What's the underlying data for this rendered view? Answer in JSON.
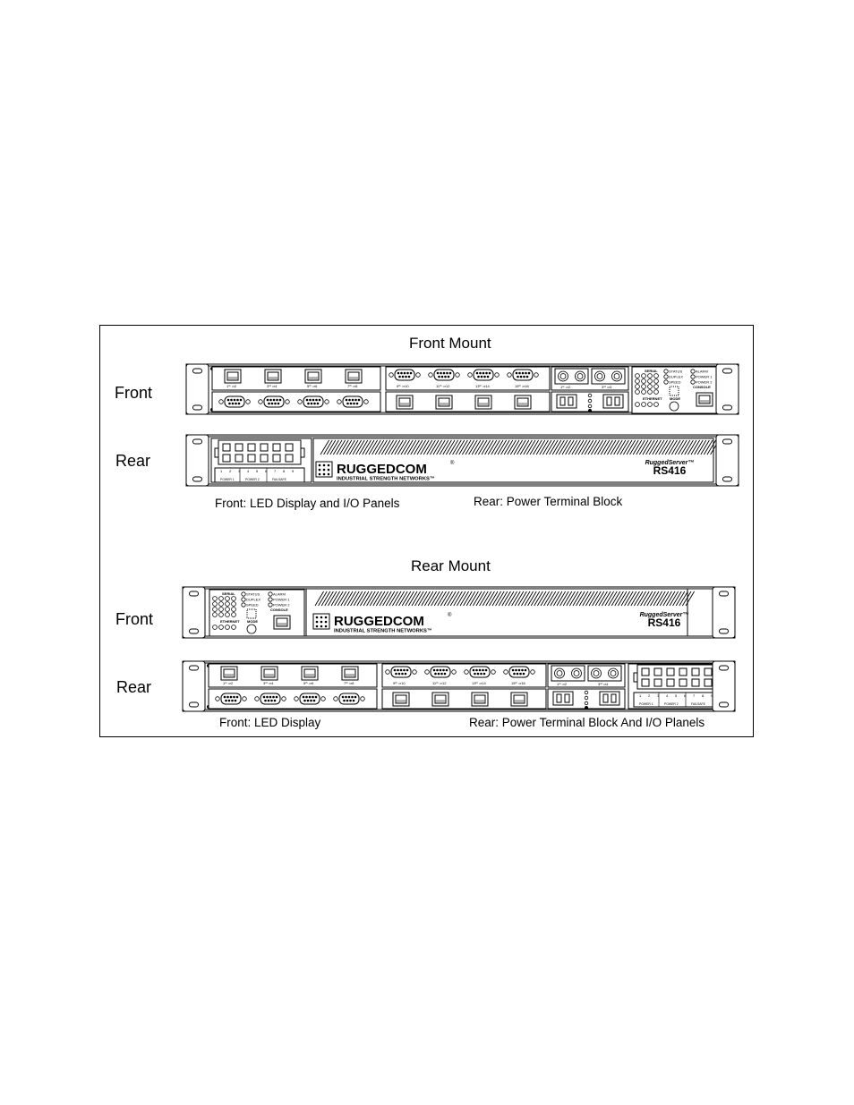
{
  "sections": {
    "front_mount": {
      "title": "Front Mount",
      "front_label": "Front",
      "rear_label": "Rear",
      "caption_left": "Front: LED Display and I/O Panels",
      "caption_right": "Rear: Power Terminal Block"
    },
    "rear_mount": {
      "title": "Rear Mount",
      "front_label": "Front",
      "rear_label": "Rear",
      "caption_left": "Front: LED Display",
      "caption_right": "Rear: Power Terminal Block And I/O Planels"
    }
  },
  "device": {
    "brand": "RUGGEDCOM",
    "tagline": "INDUSTRIAL STRENGTH NETWORKS™",
    "product_line": "RuggedServer™",
    "model": "RS416",
    "led_panel": {
      "serial": "SERIAL",
      "ethernet": "ETHERNET",
      "status": "STATUS",
      "duplex": "DUPLEX",
      "speed": "SPEED",
      "alarm": "ALARM",
      "power1": "POWER 1",
      "power2": "POWER 2",
      "console": "CONSOLE",
      "mode": "MODE"
    },
    "terminal_labels": [
      "POWER 1",
      "POWER 2",
      "FAILSAFE"
    ],
    "port_labels_eth": [
      "1ˢᵗ ⇒2",
      "3ʳᵈ ⇒4",
      "5ᵗʰ ⇒6",
      "7ᵗʰ ⇒8"
    ],
    "port_labels_serial": [
      "9ᵗʰ ⇒10",
      "11ᵗʰ ⇒12",
      "13ᵗʰ ⇒14",
      "15ᵗʰ ⇒16"
    ],
    "port_labels_fiber": [
      "1ˢᵗ ⇒2",
      "3ʳᵈ ⇒4"
    ]
  }
}
